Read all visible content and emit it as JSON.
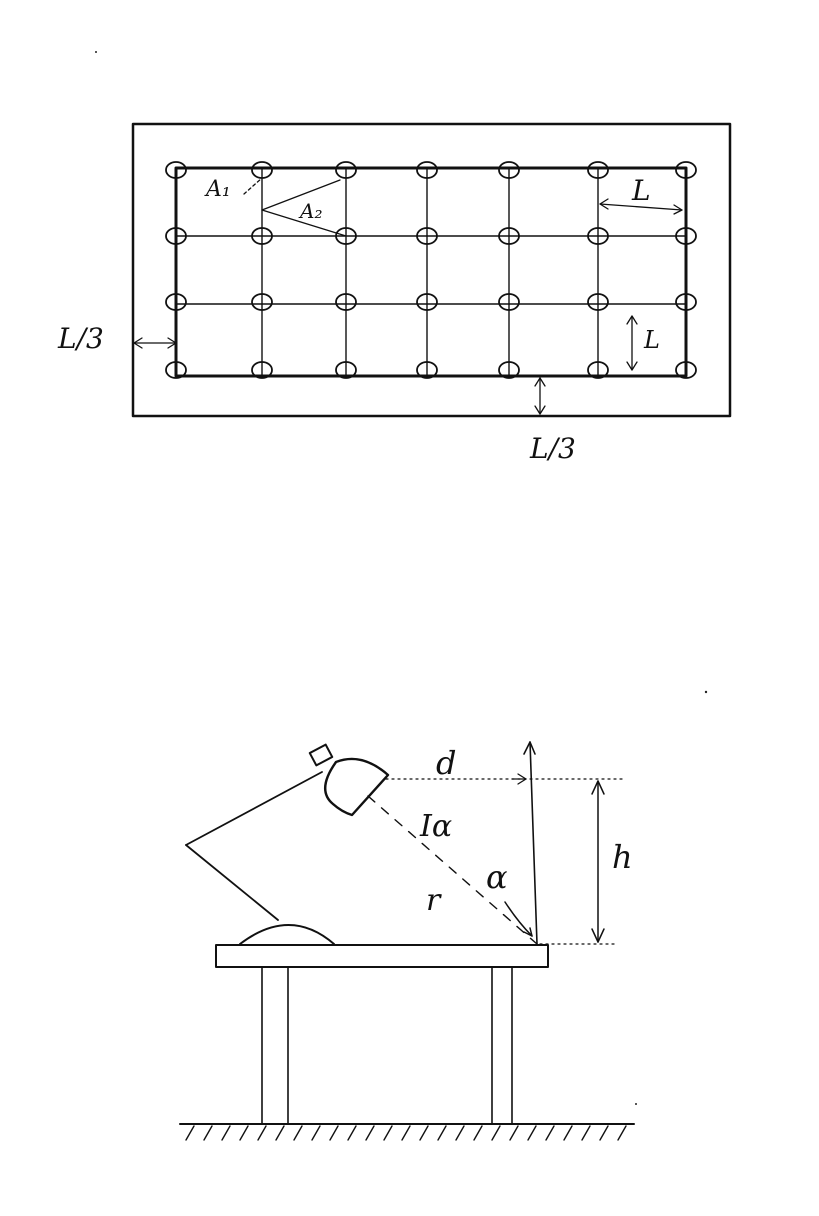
{
  "grid_diagram": {
    "label_A1": "A₁",
    "label_A2": "A₂",
    "label_L_top": "L",
    "label_L_right": "L",
    "label_L3_left": "L/3",
    "label_L3_bottom": "L/3"
  },
  "lamp_diagram": {
    "label_d": "d",
    "label_h": "h",
    "label_I": "Iα",
    "label_r": "r",
    "label_alpha": "α"
  }
}
